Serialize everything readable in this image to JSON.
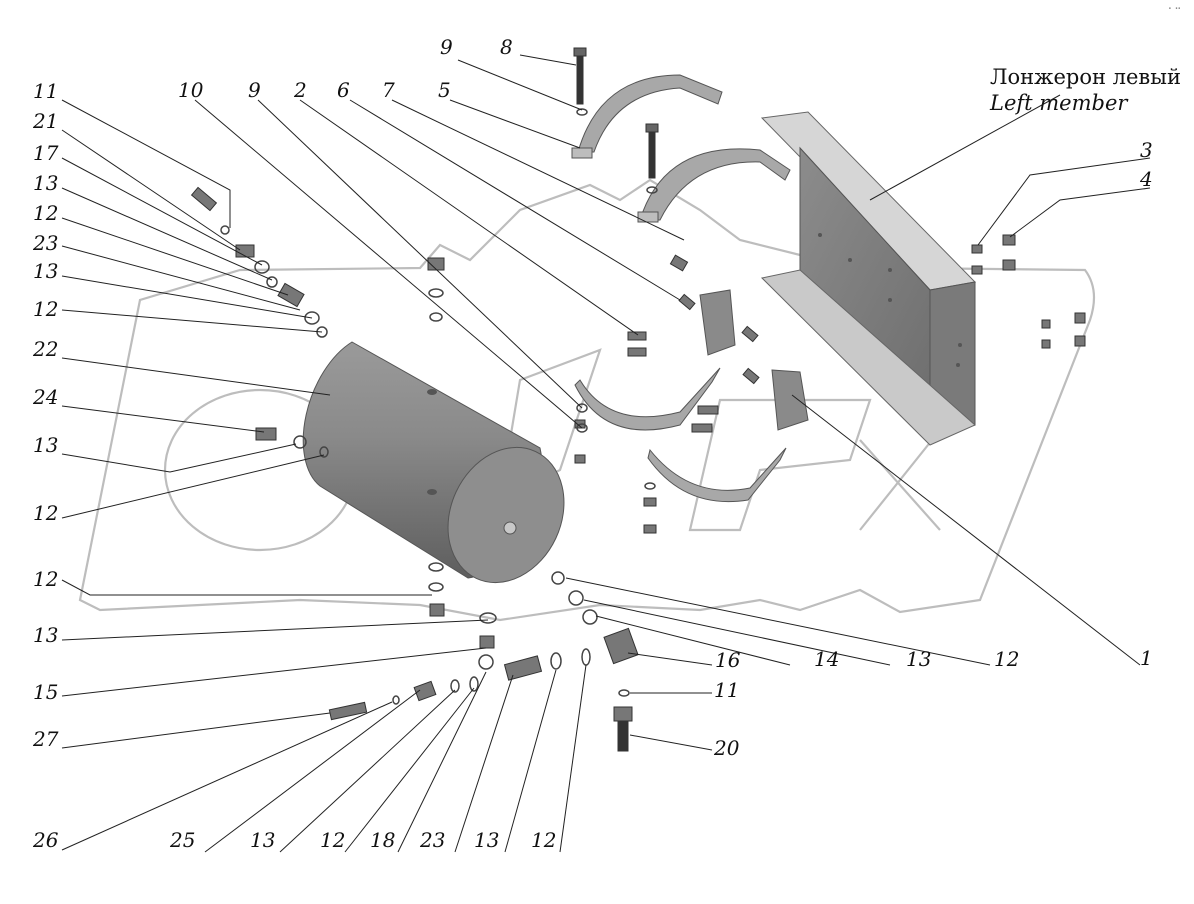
{
  "caption": {
    "ru": "Лонжерон левый",
    "en": "Left member"
  },
  "corner_mark": "⠂⠒",
  "callouts": [
    "1",
    "2",
    "3",
    "4",
    "5",
    "6",
    "7",
    "8",
    "9",
    "9",
    "10",
    "11",
    "11",
    "12",
    "12",
    "12",
    "12",
    "12",
    "12",
    "12",
    "13",
    "13",
    "13",
    "13",
    "13",
    "13",
    "13",
    "14",
    "15",
    "16",
    "17",
    "18",
    "20",
    "21",
    "22",
    "23",
    "23",
    "24",
    "25",
    "26",
    "27"
  ]
}
